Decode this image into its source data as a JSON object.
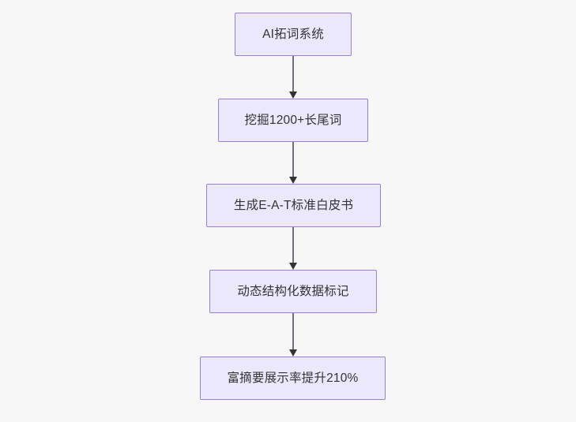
{
  "diagram": {
    "type": "flowchart",
    "direction": "top-to-bottom",
    "background_color": "#f7f7f7",
    "node_fill_color": "#ece8fc",
    "node_border_color": "#9b7ddb",
    "node_text_color": "#333333",
    "connector_line_color": "#70707a",
    "connector_arrow_color": "#333333",
    "nodes": [
      {
        "id": "node-0",
        "label": "AI拓词系统"
      },
      {
        "id": "node-1",
        "label": "挖掘1200+长尾词"
      },
      {
        "id": "node-2",
        "label": "生成E-A-T标准白皮书"
      },
      {
        "id": "node-3",
        "label": "动态结构化数据标记"
      },
      {
        "id": "node-4",
        "label": "富摘要展示率提升210%"
      }
    ],
    "edges": [
      {
        "id": "edge-0",
        "from": "node-0",
        "to": "node-1",
        "label": ""
      },
      {
        "id": "edge-1",
        "from": "node-1",
        "to": "node-2",
        "label": ""
      },
      {
        "id": "edge-2",
        "from": "node-2",
        "to": "node-3",
        "label": ""
      },
      {
        "id": "edge-3",
        "from": "node-3",
        "to": "node-4",
        "label": ""
      }
    ]
  }
}
